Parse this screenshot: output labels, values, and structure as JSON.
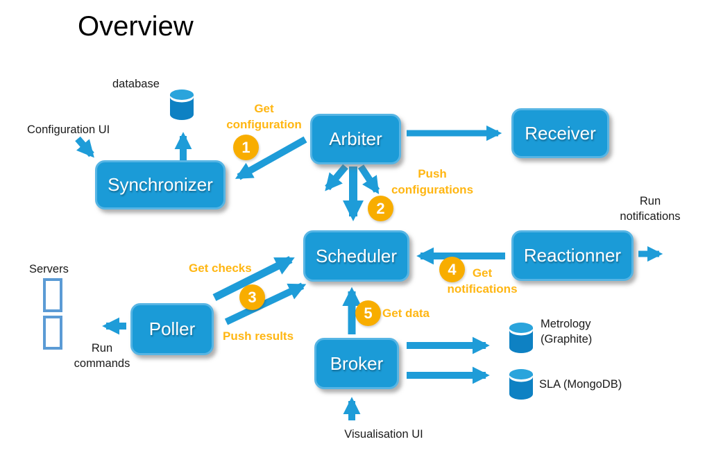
{
  "title": "Overview",
  "colors": {
    "node_fill": "#1B9BD7",
    "node_border": "#57B5E4",
    "arrow": "#1E9CD8",
    "badge": "#F8AD00",
    "flow_label": "#FFB612",
    "text": "#1a1a1a",
    "server_icon": "#5B9BD5"
  },
  "nodes": {
    "synchronizer": "Synchronizer",
    "arbiter": "Arbiter",
    "receiver": "Receiver",
    "scheduler": "Scheduler",
    "reactionner": "Reactionner",
    "poller": "Poller",
    "broker": "Broker"
  },
  "steps": {
    "s1": {
      "n": "1",
      "label": "Get\nconfiguration"
    },
    "s2": {
      "n": "2",
      "label": "Push\nconfigurations"
    },
    "s3": {
      "n": "3",
      "get_label": "Get checks",
      "push_label": "Push results"
    },
    "s4": {
      "n": "4",
      "label": "Get\nnotifications"
    },
    "s5": {
      "n": "5",
      "label": "Get data"
    }
  },
  "labels": {
    "database": "database",
    "configuration_ui": "Configuration UI",
    "servers": "Servers",
    "run_commands": "Run\ncommands",
    "run_notifications": "Run\nnotifications",
    "visualisation_ui": "Visualisation UI",
    "metrology": "Metrology\n(Graphite)",
    "sla": "SLA (MongoDB)"
  }
}
